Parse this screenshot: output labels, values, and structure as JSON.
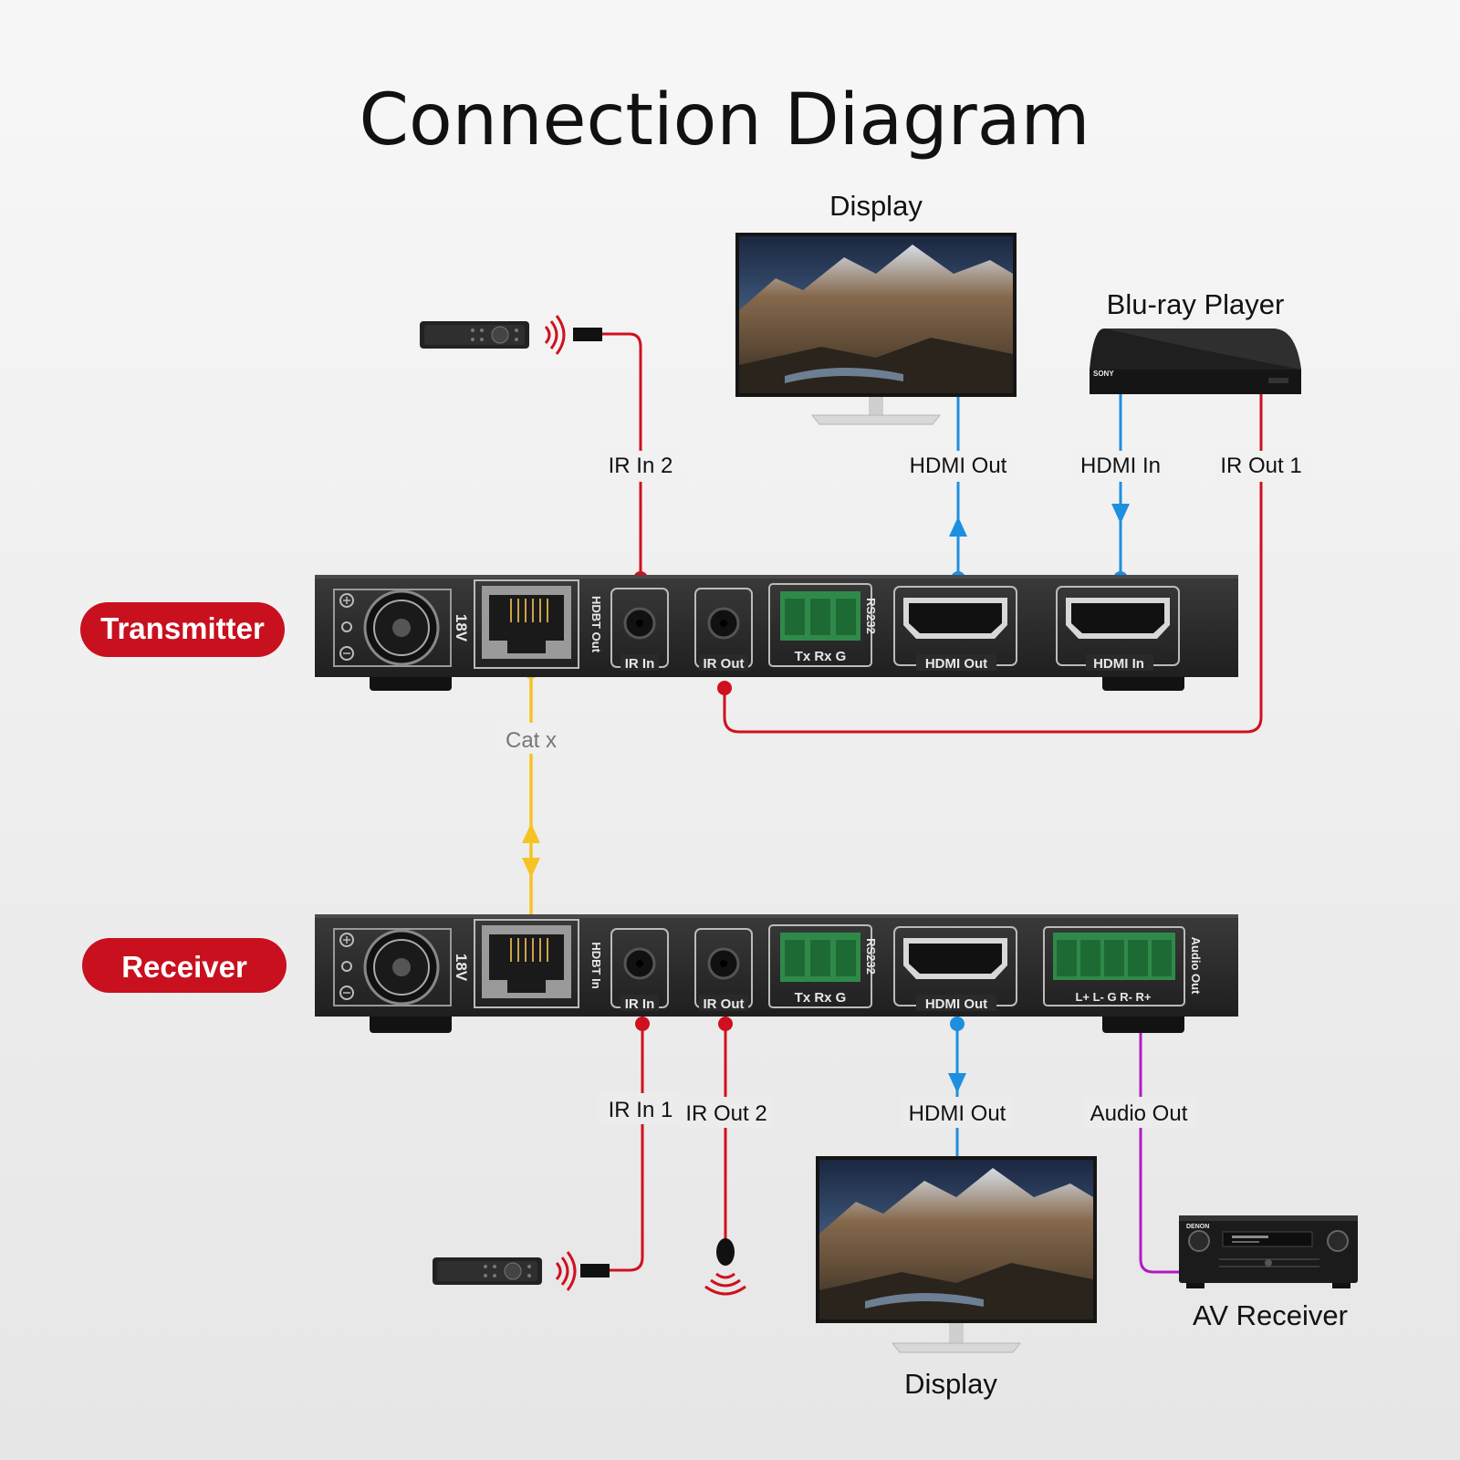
{
  "title": "Connection Diagram",
  "devices": {
    "transmitter": "Transmitter",
    "receiver": "Receiver",
    "display_top": "Display",
    "display_bottom": "Display",
    "bluray": "Blu-ray Player",
    "av_receiver": "AV Receiver"
  },
  "connections": {
    "ir_in_2": "IR In 2",
    "hdmi_out_top": "HDMI Out",
    "hdmi_in": "HDMI In",
    "ir_out_1": "IR Out 1",
    "cat_x": "Cat x",
    "ir_in_1": "IR In 1",
    "ir_out_2": "IR Out 2",
    "hdmi_out_bottom": "HDMI Out",
    "audio_out": "Audio Out"
  },
  "transmitter_ports": {
    "power": "18V",
    "hdbt": "HDBT Out",
    "ir_in": "IR In",
    "ir_out": "IR Out",
    "rs232": "RS232",
    "rs232_pins": "Tx  Rx  G",
    "hdmi_out": "HDMI Out",
    "hdmi_in": "HDMI In"
  },
  "receiver_ports": {
    "power": "18V",
    "hdbt": "HDBT In",
    "ir_in": "IR In",
    "ir_out": "IR Out",
    "rs232": "RS232",
    "rs232_pins": "Tx  Rx  G",
    "hdmi_out": "HDMI Out",
    "audio": "Audio Out",
    "audio_pins": "L+  L-   G  R-  R+"
  },
  "device_text": {
    "bluray_brand": "SONY",
    "receiver_brand": "DENON"
  },
  "colors": {
    "ir": "#d0101e",
    "hdmi": "#1e8fe0",
    "cat": "#f6c324",
    "audio": "#b21bc3",
    "pill": "#c8101e",
    "chassis": "#2a2a2a"
  }
}
